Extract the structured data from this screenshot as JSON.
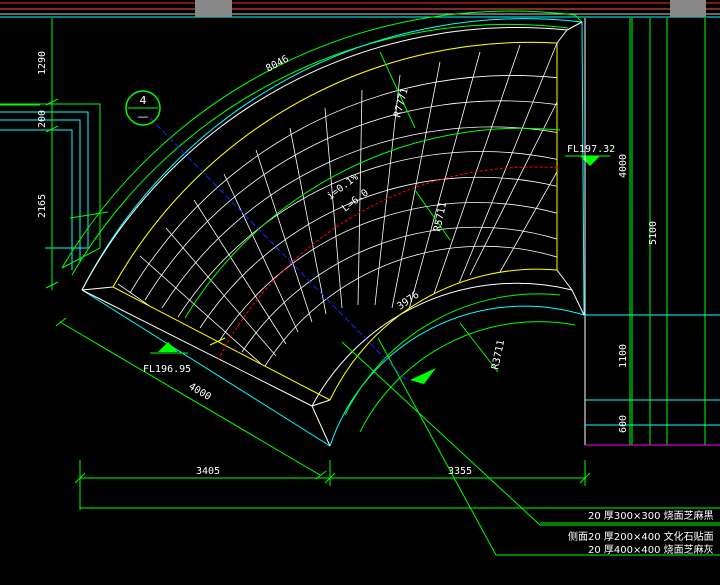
{
  "drawing": {
    "section_marker": {
      "number": "4",
      "sub": "—"
    },
    "dimensions": {
      "left_1290": "1290",
      "left_200": "200",
      "left_2165": "2165",
      "right_4000": "4000",
      "right_5100": "5100",
      "right_1100": "1100",
      "right_600": "600",
      "bottom_3405": "3405",
      "bottom_3355": "3355"
    },
    "arc_labels": {
      "outer_arc": "8046",
      "upper_r": "R7771",
      "mid_r": "R5711",
      "lower_r": "R3711",
      "inner_arc": "3976",
      "slope": "i=0.1%",
      "length": "L=6.0",
      "radial_length": "4000"
    },
    "elevations": {
      "right": "FL197.32",
      "left": "FL196.95"
    },
    "material_notes": [
      "20  厚300×300   烧面芝麻黑",
      "侧面20  厚200×400   文化石贴面",
      "20  厚400×400   烧面芝麻灰"
    ]
  },
  "colors": {
    "background": "#000000",
    "green": "#00ff00",
    "yellow": "#ffff00",
    "cyan": "#00ffff",
    "white": "#ffffff",
    "red": "#ff0000",
    "blue": "#0000ff",
    "magenta": "#ff00ff"
  }
}
